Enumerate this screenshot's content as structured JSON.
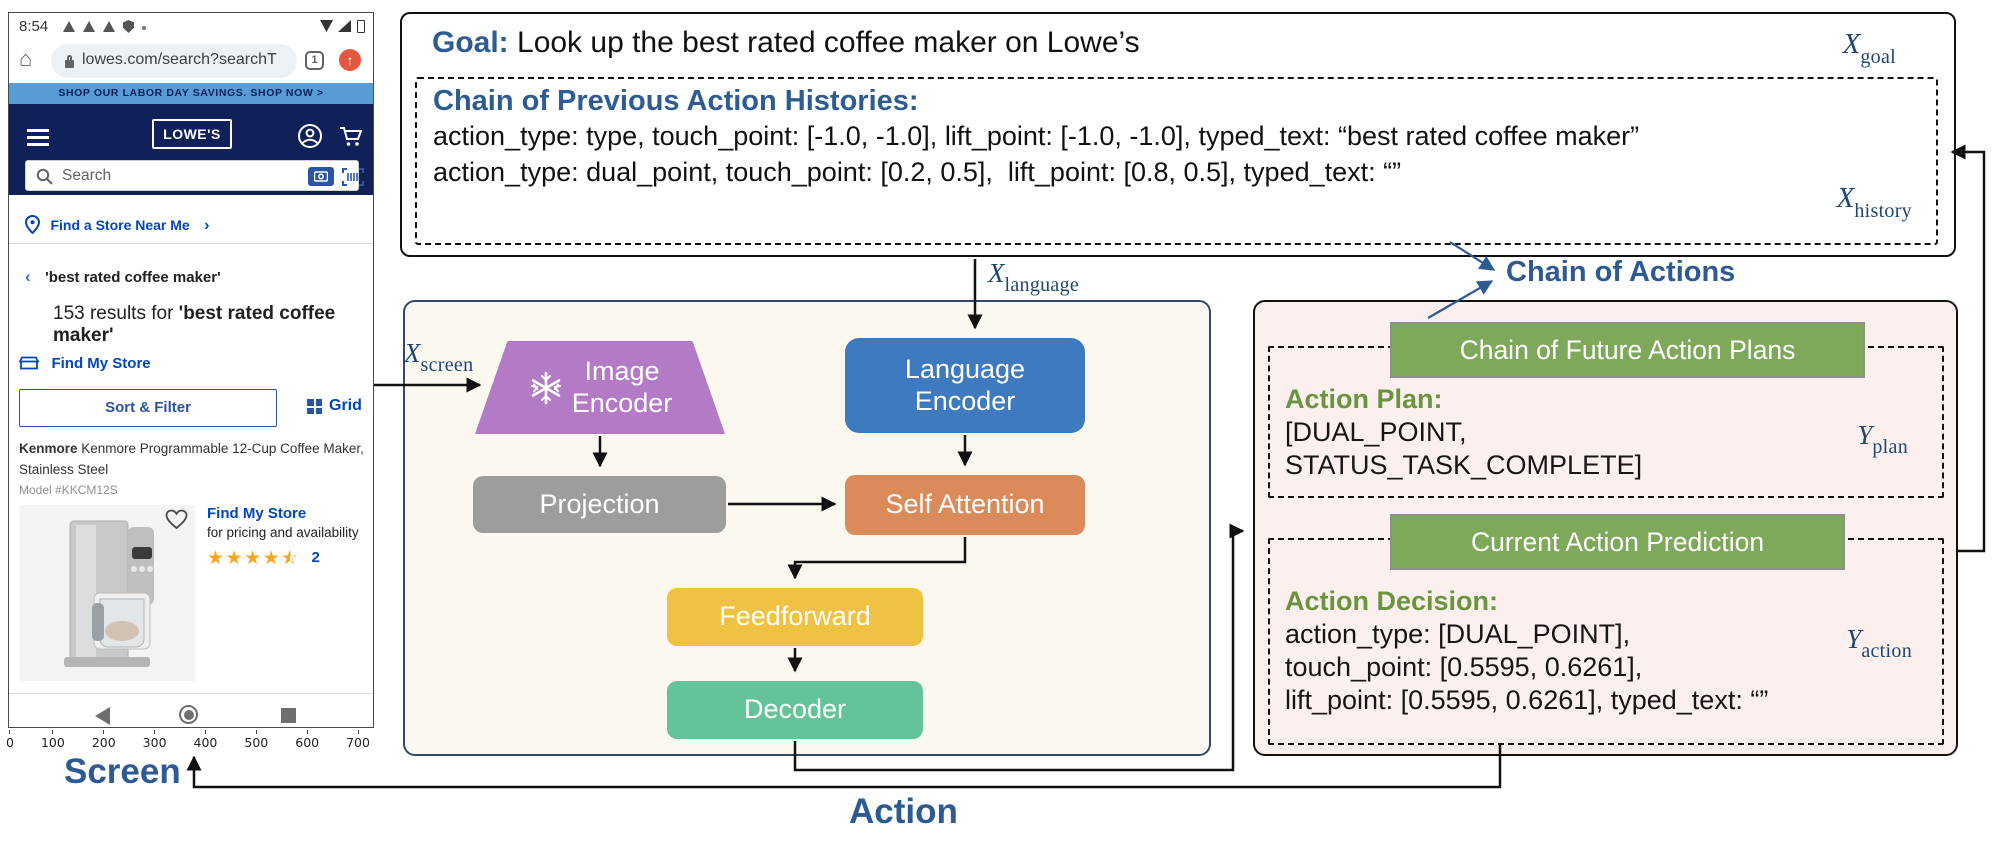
{
  "colors": {
    "lowes_navy": "#102058",
    "banner_blue": "#579CD6",
    "link_blue": "#0246BE",
    "figure_blue": "#2D5B94",
    "math_navy": "#1E4674",
    "image_encoder_purple": "#B37AC6",
    "language_encoder_blue": "#3D7ABF",
    "projection_gray": "#9D9D9D",
    "self_attention_orange": "#DB8A59",
    "feedforward_yellow": "#EFC243",
    "decoder_green": "#62C498",
    "header_green": "#7EA85A",
    "model_bg": "#FBF8EF",
    "panel_bg": "#FBF0ED",
    "star_gold": "#F5A623",
    "chrome_update_orange": "#E2573D"
  },
  "phone": {
    "status": {
      "time": "8:54"
    },
    "url_bar": {
      "url": "lowes.com/search?searchT",
      "tab_count": "1",
      "update_glyph": "↑"
    },
    "banner": "SHOP OUR LABOR DAY SAVINGS. SHOP NOW >",
    "header": {
      "logo": "LOWE'S"
    },
    "search": {
      "placeholder": "Search"
    },
    "find_store_near": {
      "label": "Find a Store Near Me",
      "chevron": "›"
    },
    "query_row": {
      "chevron": "‹",
      "text": "'best rated coffee maker'"
    },
    "results": {
      "prefix": "153 results for ",
      "query": "'best rated coffee maker'"
    },
    "find_my_store_link": "Find My Store",
    "sort_filter": "Sort & Filter",
    "grid": "Grid",
    "product": {
      "brand": "Kenmore",
      "title": "  Kenmore Programmable 12-Cup Coffee Maker, Stainless Steel",
      "model": "Model #KKCM12S",
      "find_my_store": "Find My Store",
      "availability": "for pricing and availability",
      "rating_count": "2"
    },
    "ruler": [
      "0",
      "100",
      "200",
      "300",
      "400",
      "500",
      "600",
      "700"
    ]
  },
  "goal": {
    "label": "Goal:",
    "text": " Look up the best rated coffee maker on Lowe’s",
    "x_goal": {
      "base": "X",
      "sub": "goal"
    },
    "history": {
      "title": "Chain of Previous Action Histories:",
      "lines": [
        "action_type: type, touch_point: [-1.0, -1.0], lift_point: [-1.0, -1.0], typed_text: “best rated coffee maker”",
        "action_type: dual_point, touch_point: [0.2, 0.5],  lift_point: [0.8, 0.5], typed_text: “”"
      ],
      "x_history": {
        "base": "X",
        "sub": "history"
      }
    }
  },
  "model": {
    "image_encoder_lines": [
      "Image",
      "Encoder"
    ],
    "language_encoder_lines": [
      "Language",
      "Encoder"
    ],
    "projection": "Projection",
    "self_attention": "Self Attention",
    "feedforward": "Feedforward",
    "decoder": "Decoder"
  },
  "panel": {
    "plan": {
      "header": "Chain of Future Action Plans",
      "label": "Action Plan:",
      "lines": [
        "[DUAL_POINT,",
        "STATUS_TASK_COMPLETE]"
      ],
      "y_plan": {
        "base": "Y",
        "sub": "plan"
      }
    },
    "action": {
      "header": "Current Action Prediction",
      "label": "Action Decision:",
      "lines": [
        "action_type: [DUAL_POINT],",
        "touch_point: [0.5595, 0.6261],",
        "lift_point: [0.5595, 0.6261], typed_text: “”"
      ],
      "y_action": {
        "base": "Y",
        "sub": "action"
      }
    }
  },
  "labels": {
    "screen": "Screen",
    "action": "Action",
    "chain_of_actions": "Chain of Actions",
    "x_screen": {
      "base": "X",
      "sub": "screen"
    },
    "x_language": {
      "base": "X",
      "sub": "language"
    }
  }
}
